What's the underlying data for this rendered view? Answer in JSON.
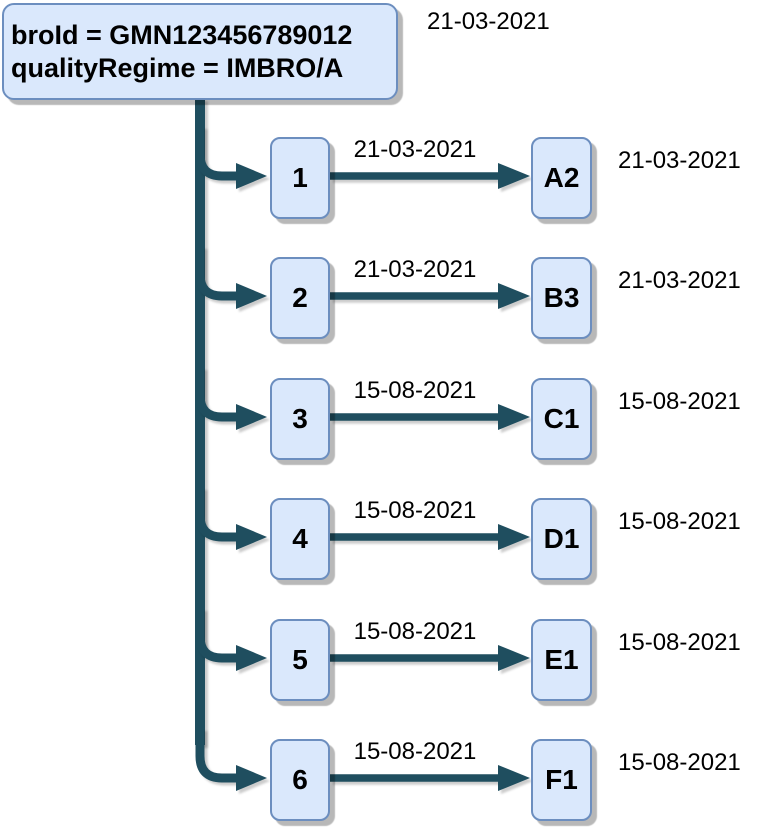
{
  "root": {
    "line1": "broId = GMN123456789012",
    "line2": "qualityRegime = IMBRO/A",
    "date": "21-03-2021"
  },
  "branches": [
    {
      "number": "1",
      "arrow_date": "21-03-2021",
      "target": "A2",
      "right_date": "21-03-2021"
    },
    {
      "number": "2",
      "arrow_date": "21-03-2021",
      "target": "B3",
      "right_date": "21-03-2021"
    },
    {
      "number": "3",
      "arrow_date": "15-08-2021",
      "target": "C1",
      "right_date": "15-08-2021"
    },
    {
      "number": "4",
      "arrow_date": "15-08-2021",
      "target": "D1",
      "right_date": "15-08-2021"
    },
    {
      "number": "5",
      "arrow_date": "15-08-2021",
      "target": "E1",
      "right_date": "15-08-2021"
    },
    {
      "number": "6",
      "arrow_date": "15-08-2021",
      "target": "F1",
      "right_date": "15-08-2021"
    }
  ],
  "colors": {
    "background": "#ffffff",
    "node_fill": "#dae8fc",
    "node_border": "#6c8ebf",
    "connector": "#1f4e5f",
    "text": "#000000"
  }
}
